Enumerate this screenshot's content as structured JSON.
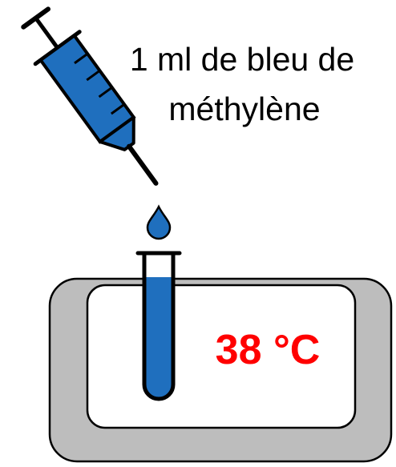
{
  "label": {
    "line1": "1 ml de bleu de",
    "line2": "méthylène"
  },
  "temperature": {
    "value": "38 °C"
  },
  "colors": {
    "liquid": "#1F6FBE",
    "outline": "#000000",
    "bath": "#BDBDBD",
    "bath_inner": "#FFFFFF",
    "temperature_text": "#FF0000"
  },
  "icons": {
    "syringe": "syringe-icon",
    "drop": "drop-icon",
    "tube": "test-tube-icon",
    "bath": "water-bath-icon"
  }
}
